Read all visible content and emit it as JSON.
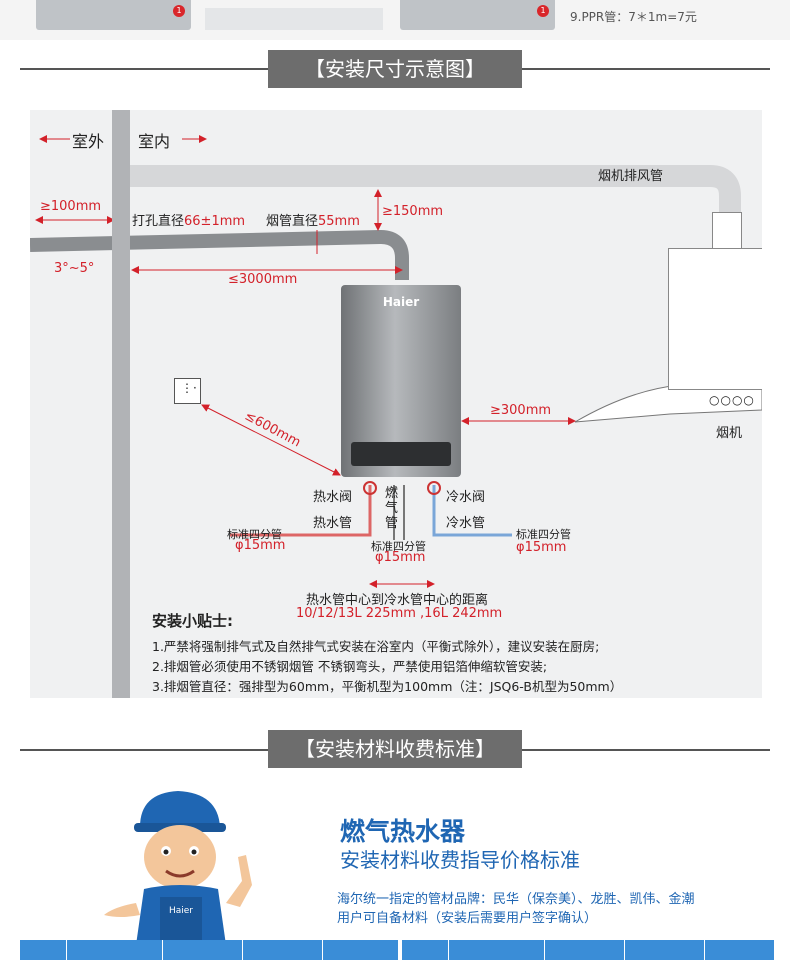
{
  "top": {
    "ppr_note": "9.PPR管：7＊1m=7元"
  },
  "sections": {
    "install_size": "【安装尺寸示意图】",
    "install_fee": "【安装材料收费标准】"
  },
  "diagram": {
    "outdoor": "室外",
    "indoor": "室内",
    "exhaust_pipe": "烟机排风管",
    "dist_100": "≥100mm",
    "hole_label": "打孔直径",
    "hole_value": "66±1mm",
    "flue_label": "烟管直径",
    "flue_value": "55mm",
    "dist_150": "≥150mm",
    "angle": "3°~5°",
    "dist_3000": "≤3000mm",
    "brand": "Haier",
    "dist_600": "≤600mm",
    "dist_300": "≥300mm",
    "hood": "烟机",
    "hot_valve": "热水阀",
    "gas_pipe": "燃气管",
    "cold_valve": "冷水阀",
    "hot_pipe": "热水管",
    "cold_pipe": "冷水管",
    "std_left": "标准四分管",
    "phi_left": "φ15mm",
    "std_mid": "标准四分管",
    "phi_mid": "φ15mm",
    "std_right": "标准四分管",
    "phi_right": "φ15mm",
    "center_dist": "热水管中心到冷水管中心的距离",
    "center_values": "10/12/13L 225mm ,16L 242mm",
    "tips_title": "安装小贴士:",
    "tips": [
      "1.严禁将强制排气式及自然排气式安装在浴室内（平衡式除外），建议安装在厨房;",
      "2.排烟管必须使用不锈钢烟管 不锈钢弯头，严禁使用铝箔伸缩软管安装;",
      "3.排烟管直径：强排型为60mm，平衡机型为100mm（注：JSQ6-B机型为50mm）"
    ]
  },
  "fee": {
    "title": "燃气热水器",
    "subtitle": "安装材料收费指导价格标准",
    "brands": "海尔统一指定的管材品牌：民华（保奈美）、龙胜、凯伟、金潮",
    "note": "用户可自备材料（安装后需要用户签字确认）",
    "mascot_brand": "Haier"
  },
  "colors": {
    "accent_blue": "#1f66b3",
    "dim_red": "#d3212a",
    "header_grey": "#6d6d6d"
  }
}
